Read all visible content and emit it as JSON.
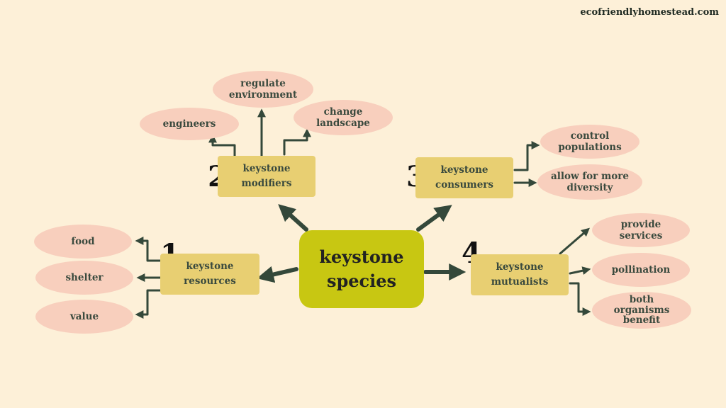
{
  "site": "ecofriendlyhomestead.com",
  "colors": {
    "background": "#fdf0d8",
    "center": "#c8c712",
    "category_box": "#e8cf72",
    "leaf_oval": "#f8cfbd",
    "arrow": "#34483a"
  },
  "center": "keystone\nspecies",
  "categories": [
    {
      "number": "1.",
      "label": "keystone\nresources",
      "leaves": [
        "food",
        "shelter",
        "value"
      ]
    },
    {
      "number": "2.",
      "label": "keystone\nmodifiers",
      "leaves": [
        "engineers",
        "regulate\nenvironment",
        "change\nlandscape"
      ]
    },
    {
      "number": "3.",
      "label": "keystone\nconsumers",
      "leaves": [
        "control\npopulations",
        "allow for more\ndiversity"
      ]
    },
    {
      "number": "4.",
      "label": "keystone\nmutualists",
      "leaves": [
        "provide\nservices",
        "pollination",
        "both\norganisms\nbenefit"
      ]
    }
  ]
}
